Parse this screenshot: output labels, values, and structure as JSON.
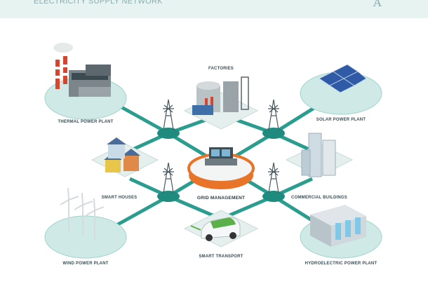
{
  "header": {
    "title": "ELECTRICITY SUPPLY NETWORK",
    "mark": "A"
  },
  "nodes": {
    "thermal": "THERMAL POWER PLANT",
    "factories": "FACTORIES",
    "solar": "SOLAR POWER PLANT",
    "houses": "SMART HOUSES",
    "grid": "GRID MANAGEMENT",
    "commercial": "COMMERCIAL BUILDINGS",
    "wind": "WIND POWER PLANT",
    "transport": "SMART TRANSPORT",
    "hydro": "HYDROELECTRIC POWER PLANT"
  },
  "colors": {
    "accent": "#e8742a",
    "platform": "#cfeae6",
    "connector": "#2a9d8f",
    "header_bg": "#e6f3f1"
  }
}
